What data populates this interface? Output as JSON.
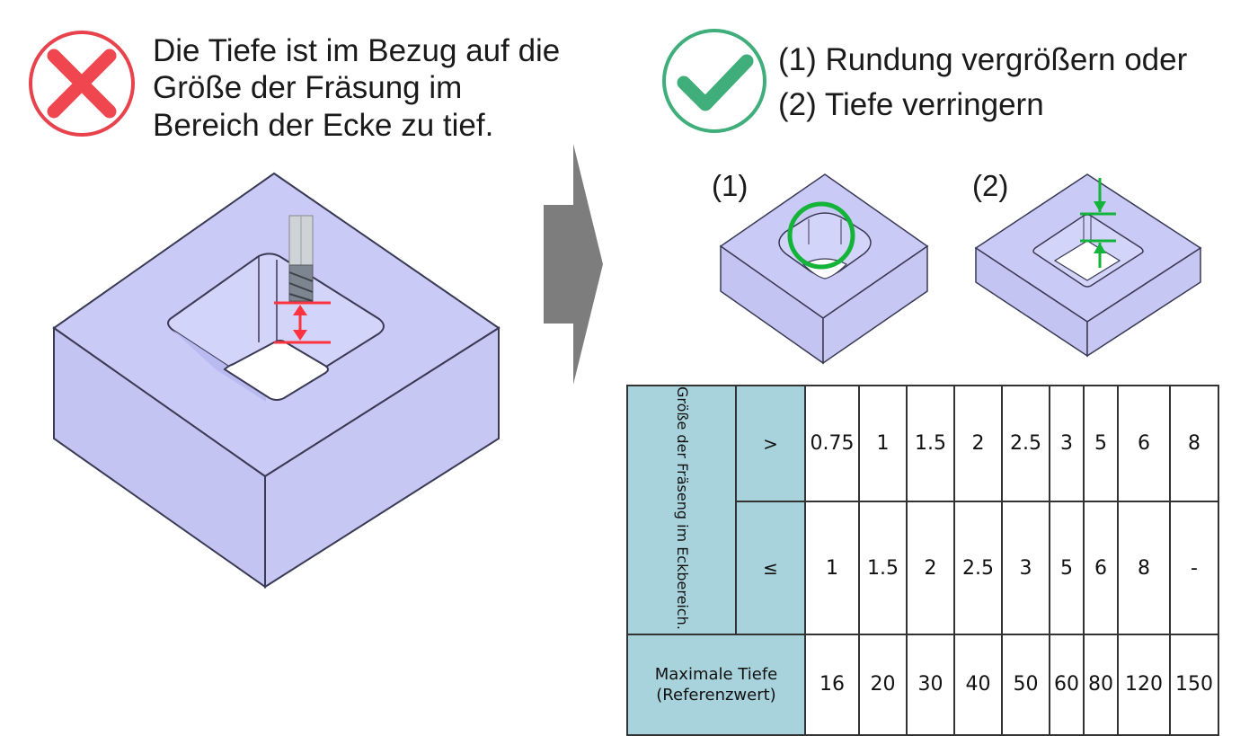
{
  "bad": {
    "icon": "cross-icon",
    "color": "#e8434d",
    "message_lines": [
      "Die Tiefe ist im Bezug auf die",
      "Größe der Fräsung im",
      "Bereich der Ecke zu tief."
    ]
  },
  "good": {
    "icon": "check-icon",
    "color": "#3fae7a",
    "message_lines": [
      "(1) Rundung vergrößern oder",
      "(2) Tiefe verringern"
    ]
  },
  "labels": {
    "option1": "(1)",
    "option2": "(2)"
  },
  "table": {
    "row_header": "Größe der Fräseng im Eckbereich.",
    "gt_symbol": ">",
    "le_symbol": "≤",
    "gt_values": [
      "0.75",
      "1",
      "1.5",
      "2",
      "2.5",
      "3",
      "5",
      "6",
      "8"
    ],
    "le_values": [
      "1",
      "1.5",
      "2",
      "2.5",
      "3",
      "5",
      "6",
      "8",
      "-"
    ],
    "depth_label_lines": [
      "Maximale Tiefe",
      "(Referenzwert)"
    ],
    "depth_values": [
      "16",
      "20",
      "30",
      "40",
      "50",
      "60",
      "80",
      "120",
      "150"
    ]
  },
  "colors": {
    "block": "#c9caf6",
    "block_edge": "#3a3a55",
    "marker_red": "#ff3340",
    "marker_green": "#14b33a",
    "arrow_gray": "#7d7d7d",
    "table_header": "#a8d3dc"
  }
}
